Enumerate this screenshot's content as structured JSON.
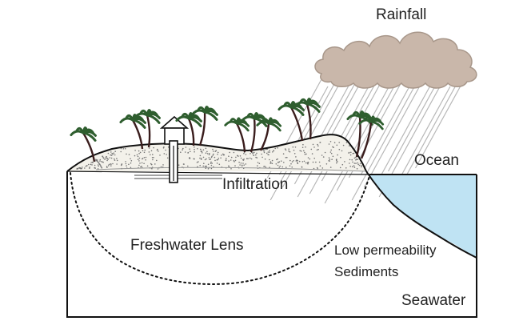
{
  "labels": {
    "rainfall": "Rainfall",
    "ocean": "Ocean",
    "infiltration": "Infiltration",
    "freshwater_lens": "Freshwater Lens",
    "low_permeability_line1": "Low permeability",
    "low_permeability_line2": "Sediments",
    "seawater": "Seawater"
  },
  "colors": {
    "cloud": "#c9b7aa",
    "cloud_edge": "#a8978a",
    "rain": "#b0b0b0",
    "ocean": "#bfe3f3",
    "outline": "#111111",
    "palm": "#2f5e2f",
    "trunk": "#3a1d1d",
    "sand_dot": "#777777"
  },
  "icons": [
    "cloud-icon",
    "palm-tree-icon",
    "well-house-icon"
  ]
}
